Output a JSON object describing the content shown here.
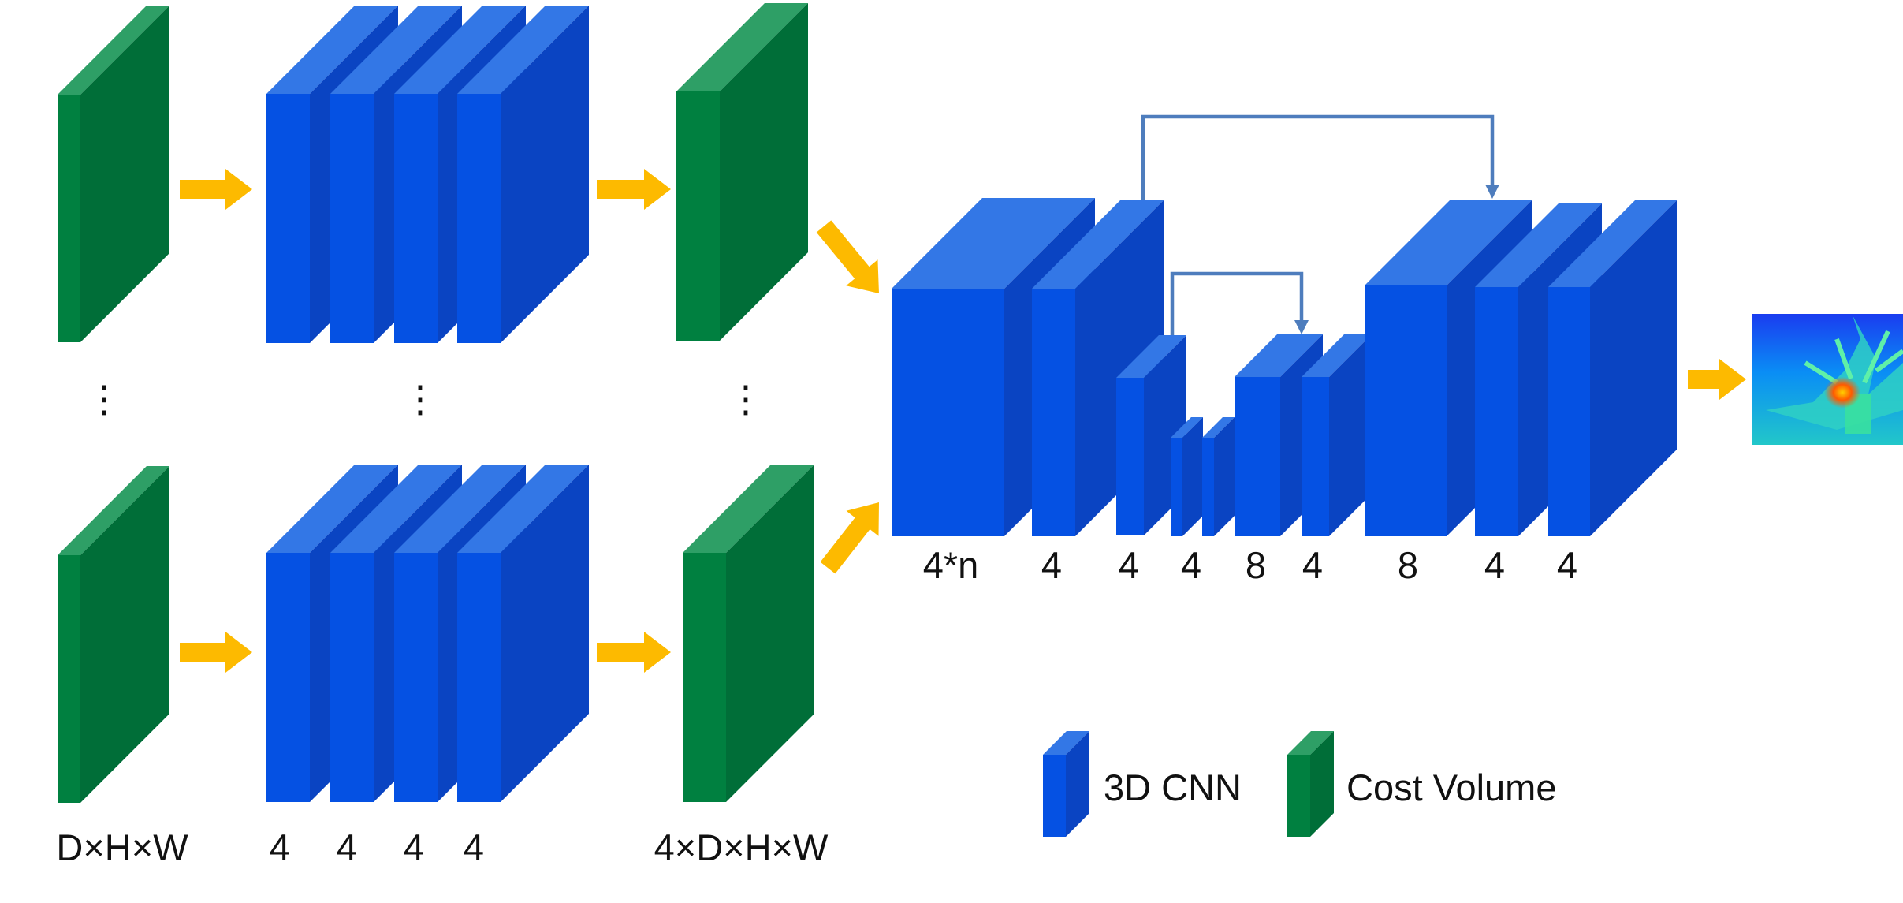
{
  "colors": {
    "cnn_front": "#0551E3",
    "cnn_top": "#3377E6",
    "cnn_side": "#0A44C2",
    "cost_front": "#008040",
    "cost_top": "#2E9F66",
    "cost_side": "#006E38",
    "arrow": "#FDBA00",
    "skip": "#4E7DBD"
  },
  "labels": {
    "input": "D×H×W",
    "cnn_channels": [
      "4",
      "4",
      "4",
      "4"
    ],
    "output": "4×D×H×W",
    "ellipsis": "⋮",
    "hourglass": [
      "4*n",
      "4",
      "4",
      "4",
      "8",
      "4",
      "8",
      "4",
      "4"
    ]
  },
  "legend": {
    "cnn": "3D CNN",
    "cost": "Cost Volume"
  }
}
